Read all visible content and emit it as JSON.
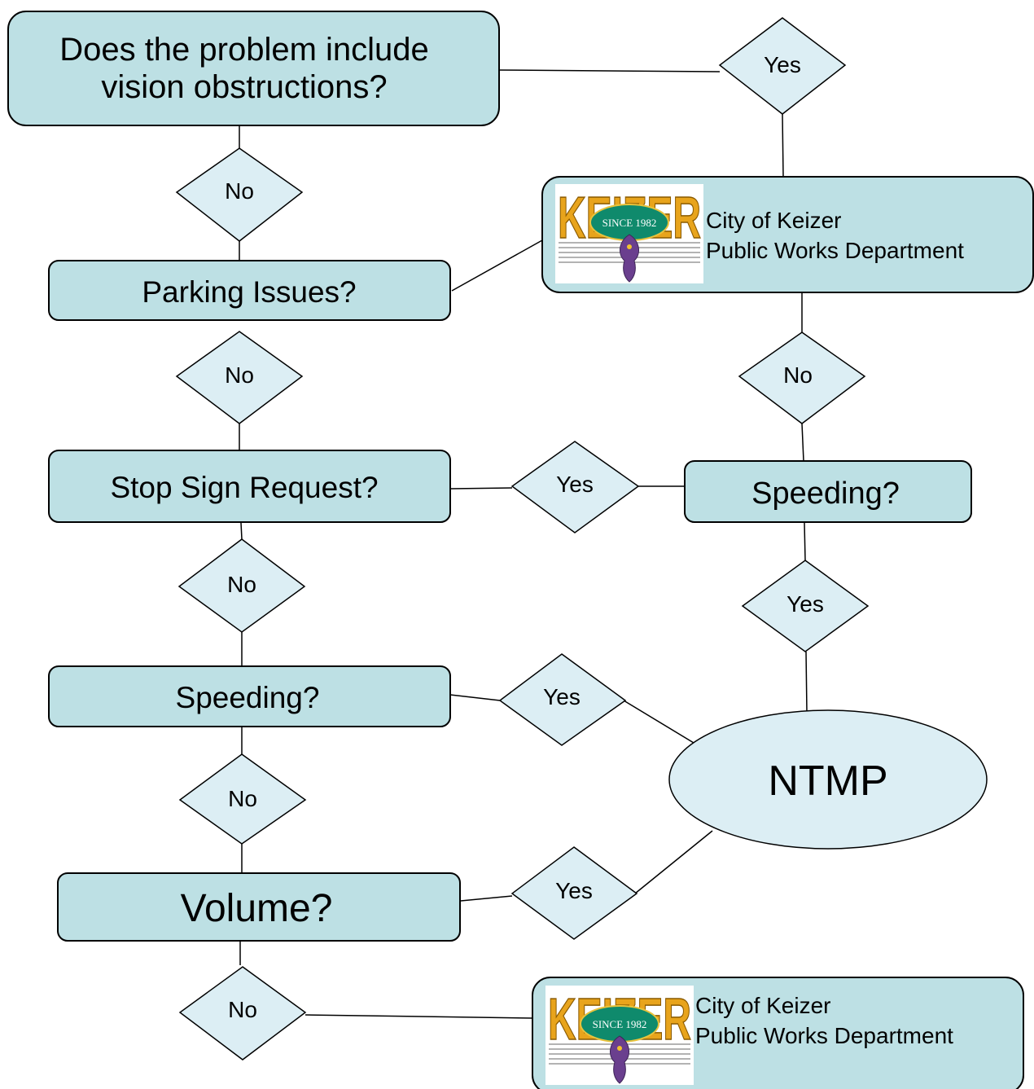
{
  "nodes": {
    "q_vision": {
      "line1": "Does the problem include",
      "line2": "vision obstructions?"
    },
    "q_parking": "Parking Issues?",
    "q_stop": "Stop Sign Request?",
    "q_speeding_left": "Speeding?",
    "q_volume": "Volume?",
    "q_speeding_right": "Speeding?",
    "ntmp": "NTMP",
    "org_top": {
      "line1": "City of Keizer",
      "line2": "Public Works Department"
    },
    "org_bottom": {
      "line1": "City of Keizer",
      "line2": "Public Works Department"
    }
  },
  "decisions": {
    "yes_top": "Yes",
    "no_1": "No",
    "no_2": "No",
    "no_3": "No",
    "no_4": "No",
    "no_5": "No",
    "no_right": "No",
    "yes_stop": "Yes",
    "yes_speed_right": "Yes",
    "yes_speed_left": "Yes",
    "yes_volume": "Yes"
  },
  "logo": {
    "word": "KEIZER",
    "since": "SINCE 1982"
  },
  "colors": {
    "box_fill": "#bde0e4",
    "shape_fill": "#dceef4",
    "stroke": "#000000",
    "logo_gold": "#e8a41c",
    "logo_green": "#0f8a6c",
    "logo_purple": "#6a3f8e"
  }
}
